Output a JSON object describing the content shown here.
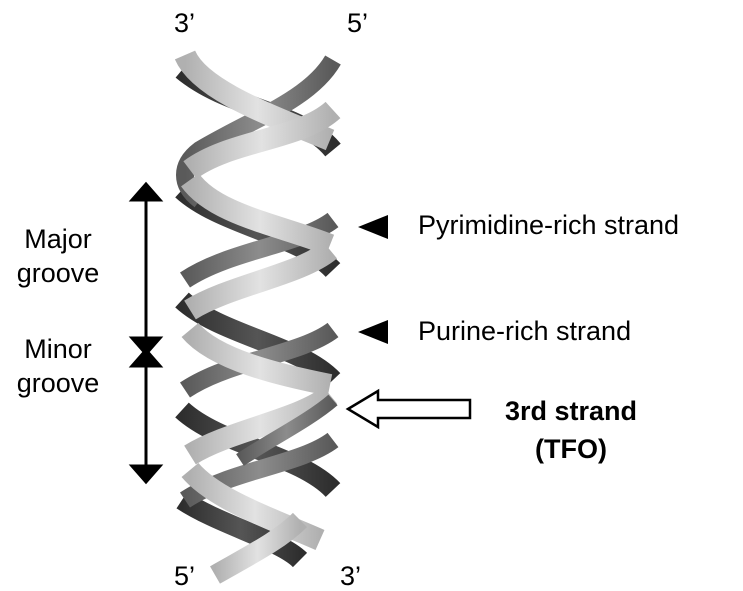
{
  "ends": {
    "top_left": "3’",
    "top_right": "5’",
    "bottom_left": "5’",
    "bottom_right": "3’"
  },
  "grooves": {
    "major_line1": "Major",
    "major_line2": "groove",
    "minor_line1": "Minor",
    "minor_line2": "groove"
  },
  "strands": {
    "pyrimidine": "Pyrimidine-rich strand",
    "purine": "Purine-rich strand",
    "third_line1": "3rd strand",
    "third_line2": "(TFO)"
  },
  "colors": {
    "dark_ribbon": "#3a3a3a",
    "mid_ribbon": "#6f6f6f",
    "light_ribbon": "#c9c9c9",
    "text": "#000000"
  }
}
